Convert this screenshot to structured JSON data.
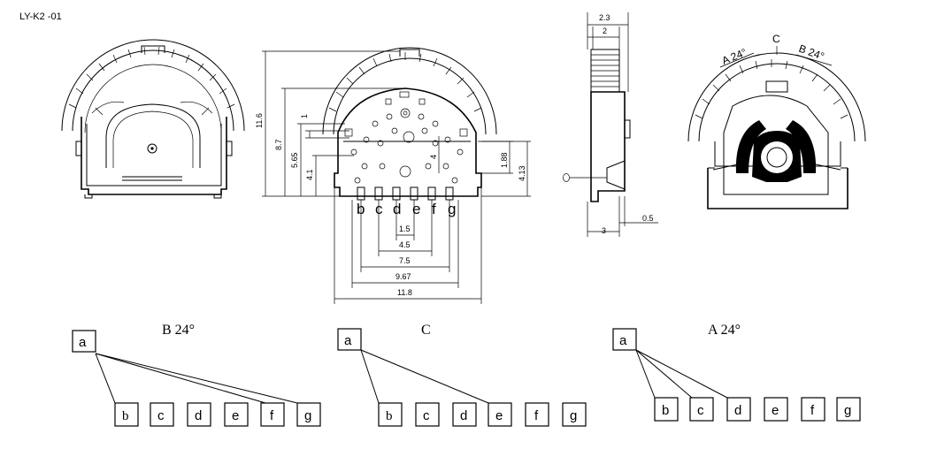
{
  "title": "LY-K2 -01",
  "dimensions": {
    "overall_height": "11.6",
    "height_8_7": "8.7",
    "height_5_65": "5.65",
    "height_4_1": "4.1",
    "small_1": "1",
    "small_4": "4",
    "right_1_88": "1.88",
    "right_4_13": "4.13",
    "pitch_1_5": "1.5",
    "width_4_5": "4.5",
    "width_7_5": "7.5",
    "width_9_67": "9.67",
    "width_11_8": "11.8",
    "side_2_3": "2.3",
    "side_2": "2",
    "side_3": "3",
    "side_0_5": "0.5"
  },
  "pin_labels": [
    "b",
    "c",
    "d",
    "e",
    "f",
    "g"
  ],
  "rear_view": {
    "label_a": "A 24°",
    "label_c": "C",
    "label_b": "B 24°"
  },
  "switch_diagrams": [
    {
      "title": "B 24°",
      "common": "a",
      "pins": [
        "b",
        "c",
        "d",
        "e",
        "f",
        "g"
      ]
    },
    {
      "title": "C",
      "common": "a",
      "pins": [
        "b",
        "c",
        "d",
        "e",
        "f",
        "g"
      ]
    },
    {
      "title": "A 24°",
      "common": "a",
      "pins": [
        "b",
        "c",
        "d",
        "e",
        "f",
        "g"
      ]
    }
  ]
}
